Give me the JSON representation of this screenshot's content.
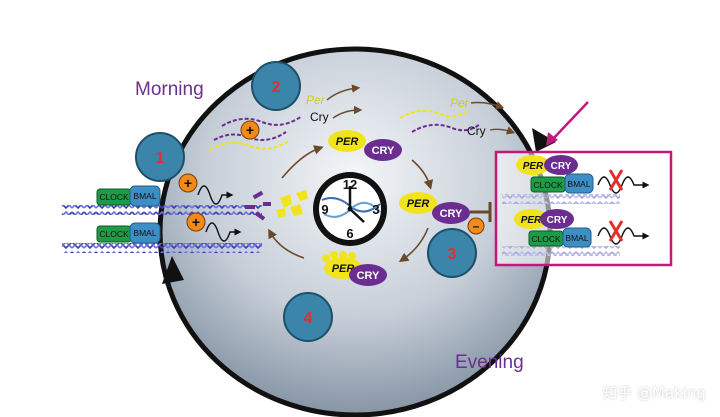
{
  "labels": {
    "morning": "Morning",
    "evening": "Evening",
    "per": "PER",
    "cry": "CRY",
    "per_small": "Per",
    "cry_small": "Cry",
    "clock": "CLOCK",
    "bmal": "BMAL",
    "plus": "+",
    "minus": "–"
  },
  "steps": [
    "1",
    "2",
    "3",
    "4"
  ],
  "clock_numbers": [
    "12",
    "3",
    "6",
    "9"
  ],
  "watermark": "知乎 @Making",
  "colors": {
    "purple_text": "#6b2f8f",
    "step_circle": "#3b84aa",
    "step_number": "#e0302a",
    "per_yellow": "#f1e41d",
    "cry_purple": "#6c2d91",
    "clock_green": "#1e9b47",
    "bmal_blue": "#3e8ec6",
    "plus_orange": "#f08a1c",
    "highlight_magenta": "#c2187a",
    "dna_blue": "#3a3fb0"
  }
}
